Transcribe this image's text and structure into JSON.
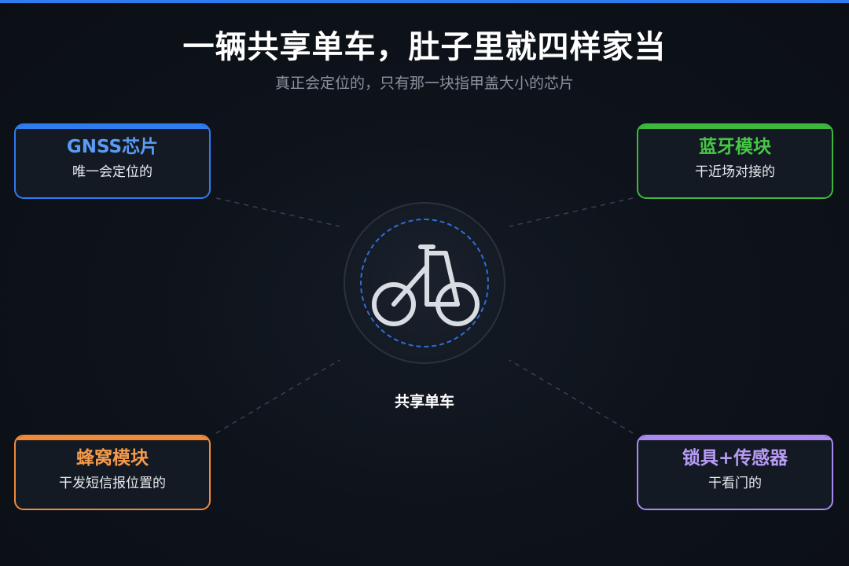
{
  "title": "一辆共享单车，肚子里就四样家当",
  "subtitle": "真正会定位的，只有那一块指甲盖大小的芯片",
  "center": {
    "label": "共享单车",
    "icon": "bicycle-icon"
  },
  "colors": {
    "top_bar": "#2f7bf0",
    "gnss": "#2f7bf0",
    "bluetooth": "#3db83d",
    "cellular": "#f08a3a",
    "lock": "#a98af0"
  },
  "modules": [
    {
      "title": "GNSS芯片",
      "desc": "唯一会定位的",
      "color": "#2f7bf0",
      "title_color": "#5a9cf5"
    },
    {
      "title": "蓝牙模块",
      "desc": "干近场对接的",
      "color": "#3db83d",
      "title_color": "#45c945"
    },
    {
      "title": "蜂窝模块",
      "desc": "干发短信报位置的",
      "color": "#f08a3a",
      "title_color": "#f59a4a"
    },
    {
      "title": "锁具+传感器",
      "desc": "干看门的",
      "color": "#a98af0",
      "title_color": "#b89cf7"
    }
  ]
}
